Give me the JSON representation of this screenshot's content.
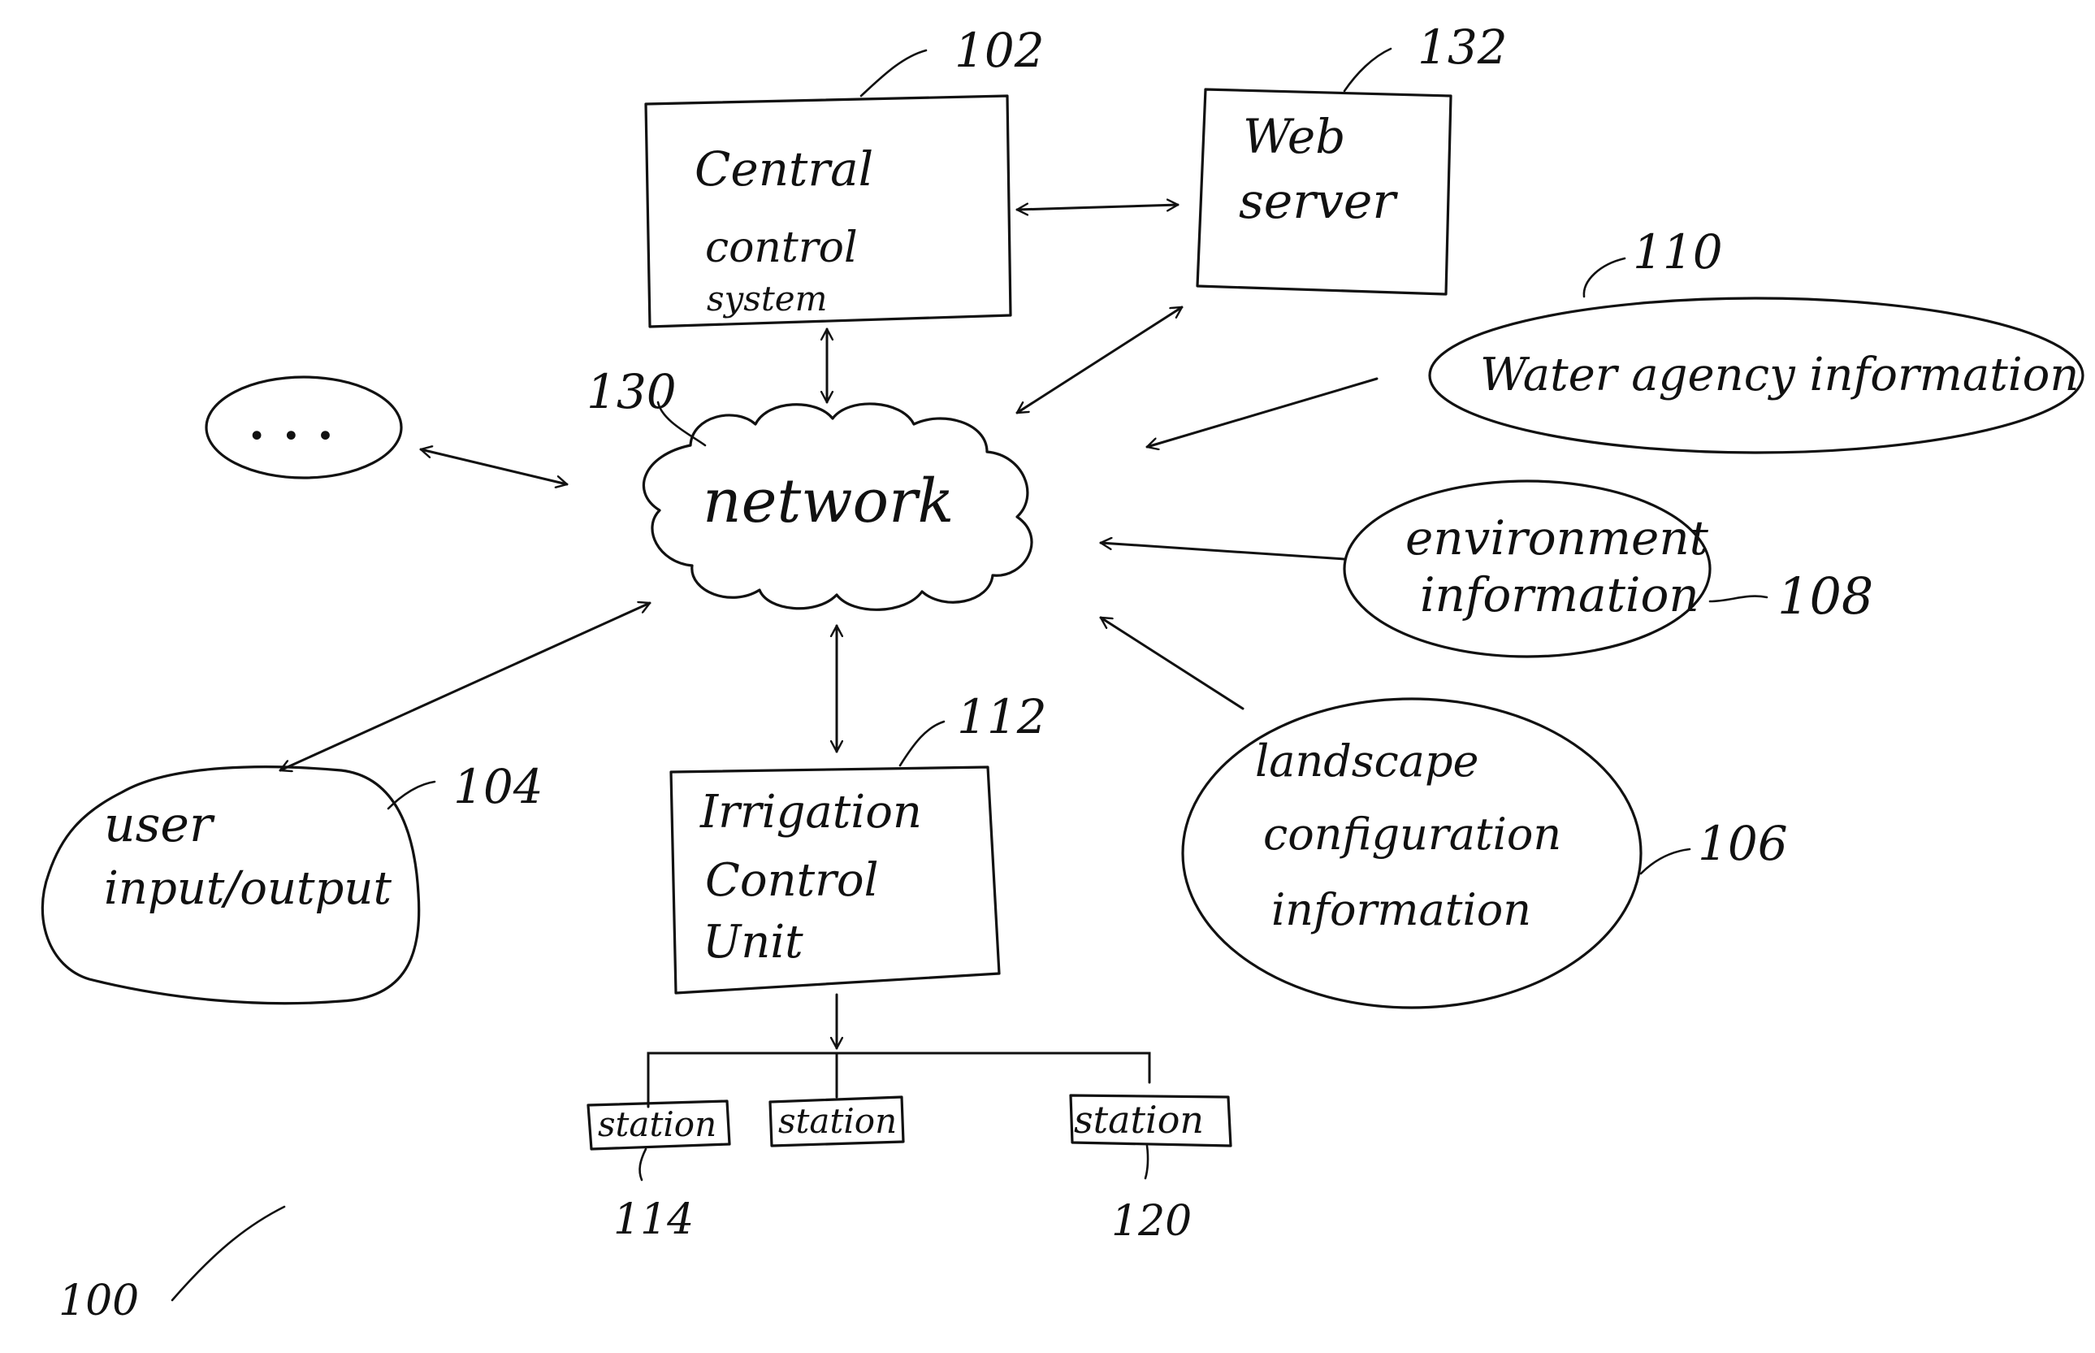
{
  "diagram": {
    "nodes": {
      "central": {
        "lines": [
          "Central",
          "control",
          "system"
        ],
        "ref": "102"
      },
      "web": {
        "lines": [
          "Web",
          "server"
        ],
        "ref": "132"
      },
      "water": {
        "lines": [
          "Water agency information"
        ],
        "ref": "110"
      },
      "network": {
        "lines": [
          "network"
        ],
        "ref": "130"
      },
      "ellipsis": {
        "lines": [
          "..."
        ]
      },
      "environment": {
        "lines": [
          "environment",
          "information"
        ],
        "ref": "108"
      },
      "user": {
        "lines": [
          "user",
          "input/output"
        ],
        "ref": "104"
      },
      "irrigation": {
        "lines": [
          "Irrigation",
          "Control",
          "Unit"
        ],
        "ref": "112"
      },
      "landscape": {
        "lines": [
          "landscape",
          "configuration",
          "information"
        ],
        "ref": "106"
      },
      "station1": {
        "lines": [
          "station"
        ],
        "ref": "114"
      },
      "station2": {
        "lines": [
          "station"
        ]
      },
      "station3": {
        "lines": [
          "station"
        ],
        "ref": "120"
      }
    },
    "figure_ref": "100",
    "edges": [
      {
        "from": "central",
        "to": "web",
        "direction": "both"
      },
      {
        "from": "central",
        "to": "network",
        "direction": "both"
      },
      {
        "from": "web",
        "to": "network",
        "direction": "both"
      },
      {
        "from": "ellipsis",
        "to": "network",
        "direction": "both"
      },
      {
        "from": "water",
        "to": "network",
        "direction": "forward"
      },
      {
        "from": "environment",
        "to": "network",
        "direction": "forward"
      },
      {
        "from": "landscape",
        "to": "network",
        "direction": "forward"
      },
      {
        "from": "user",
        "to": "network",
        "direction": "both"
      },
      {
        "from": "irrigation",
        "to": "network",
        "direction": "both"
      },
      {
        "from": "irrigation",
        "to": "station1",
        "direction": "forward"
      },
      {
        "from": "irrigation",
        "to": "station2",
        "direction": "forward"
      },
      {
        "from": "irrigation",
        "to": "station3",
        "direction": "forward"
      }
    ]
  }
}
